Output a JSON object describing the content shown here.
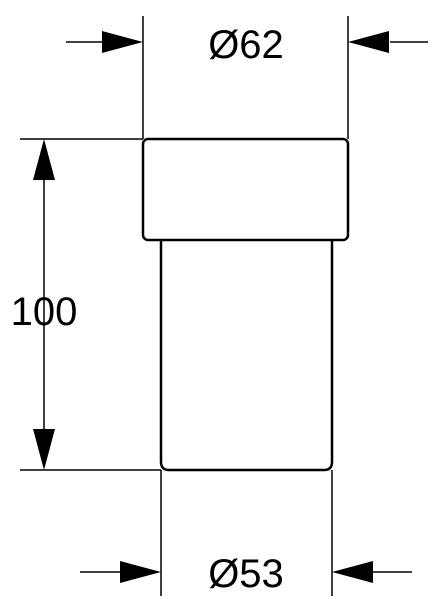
{
  "dimensions": {
    "top_diameter": "Ø62",
    "bottom_diameter": "Ø53",
    "height": "100"
  },
  "colors": {
    "line": "#000000",
    "background": "#ffffff"
  }
}
